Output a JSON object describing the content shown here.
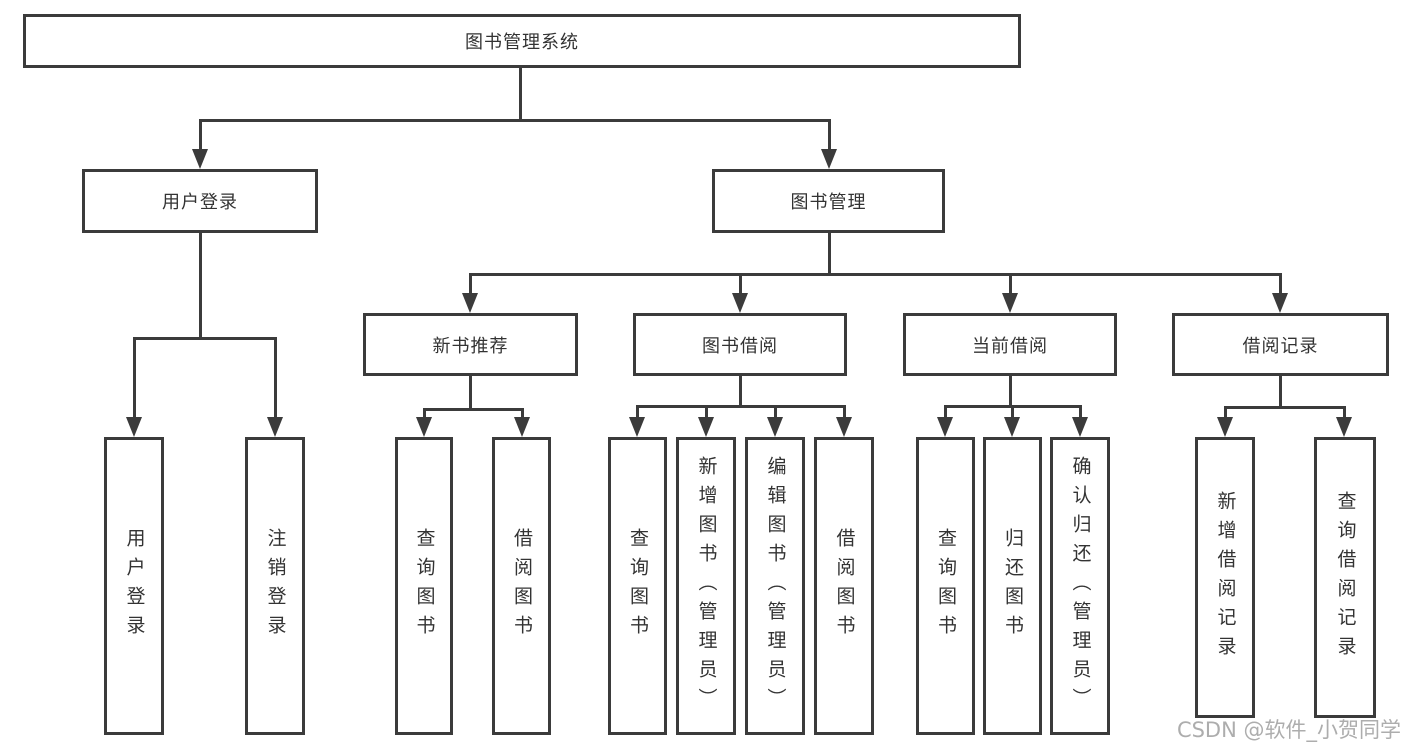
{
  "diagram_type": "hierarchy-tree",
  "colors": {
    "line": "#3b3b3b",
    "box_border": "#3b3b3b",
    "text": "#333333",
    "background": "#ffffff",
    "watermark": "#adadad"
  },
  "tree": {
    "label": "图书管理系统",
    "children": [
      {
        "label": "用户登录",
        "children": [
          {
            "label": "用户登录"
          },
          {
            "label": "注销登录"
          }
        ]
      },
      {
        "label": "图书管理",
        "children": [
          {
            "label": "新书推荐",
            "children": [
              {
                "label": "查询图书"
              },
              {
                "label": "借阅图书"
              }
            ]
          },
          {
            "label": "图书借阅",
            "children": [
              {
                "label": "查询图书"
              },
              {
                "label": "新增图书（管理员）"
              },
              {
                "label": "编辑图书（管理员）"
              },
              {
                "label": "借阅图书"
              }
            ]
          },
          {
            "label": "当前借阅",
            "children": [
              {
                "label": "查询图书"
              },
              {
                "label": "归还图书"
              },
              {
                "label": "确认归还（管理员）"
              }
            ]
          },
          {
            "label": "借阅记录",
            "children": [
              {
                "label": "新增借阅记录"
              },
              {
                "label": "查询借阅记录"
              }
            ]
          }
        ]
      }
    ]
  },
  "watermark": {
    "text": "CSDN @软件_小贺同学"
  }
}
